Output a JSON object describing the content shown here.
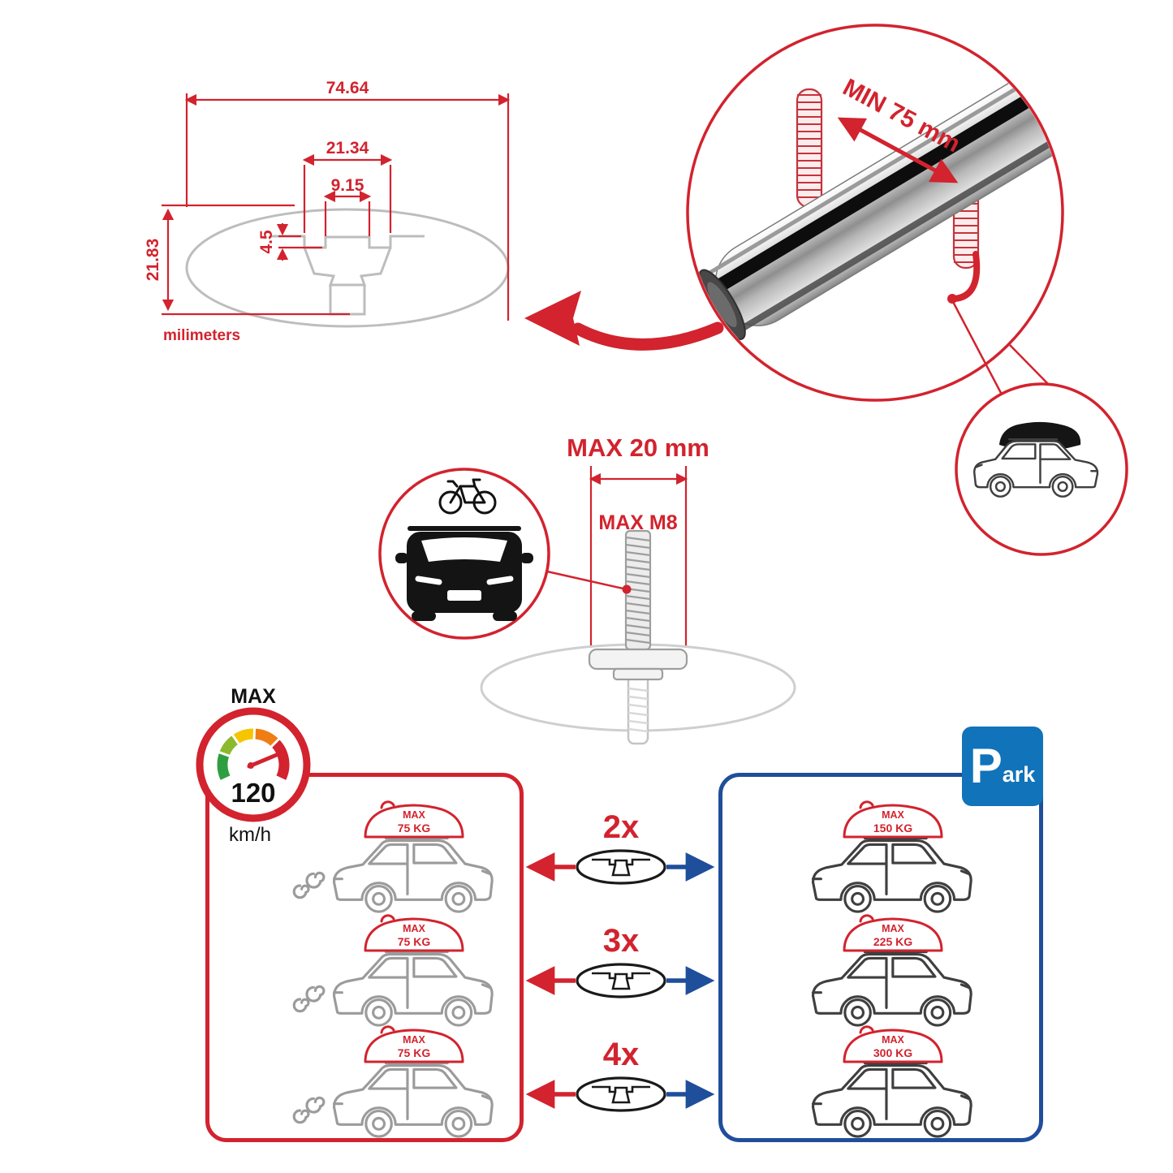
{
  "colors": {
    "red": "#d2232e",
    "blue": "#1f4e9b",
    "park_blue": "#1173b9",
    "profile_gray": "#bdbdbd",
    "car_gray": "#9b9b9b",
    "car_dark": "#3f3f3f",
    "ink": "#111111"
  },
  "profile": {
    "width": "74.64",
    "slot_outer": "21.34",
    "slot_inner": "9.15",
    "step_depth": "4.5",
    "height": "21.83",
    "units": "milimeters"
  },
  "clamp": {
    "min_span": "MIN 75 mm"
  },
  "bolt": {
    "max_depth": "MAX 20 mm",
    "max_thread": "MAX M8"
  },
  "speed": {
    "title": "MAX",
    "value": "120",
    "units": "km/h"
  },
  "panels": {
    "driving": {
      "rows": [
        {
          "label": "MAX",
          "weight": "75 KG"
        },
        {
          "label": "MAX",
          "weight": "75 KG"
        },
        {
          "label": "MAX",
          "weight": "75 KG"
        }
      ]
    },
    "parked": {
      "sign_big": "P",
      "sign_small": "ark",
      "rows": [
        {
          "label": "MAX",
          "weight": "150 KG"
        },
        {
          "label": "MAX",
          "weight": "225 KG"
        },
        {
          "label": "MAX",
          "weight": "300 KG"
        }
      ]
    },
    "multipliers": [
      {
        "label": "2x"
      },
      {
        "label": "3x"
      },
      {
        "label": "4x"
      }
    ]
  },
  "figures": {
    "crossbar_closeup": "aluminum-crossbar-with-clamp-bolts",
    "suv_roofbox": "suv-with-roof-box",
    "car_bike": "car-front-with-bike-on-roof",
    "gauge": "speedometer",
    "bolt_figure": "threaded-bolt-into-profile",
    "profile_section": "crossbar-cross-section"
  }
}
